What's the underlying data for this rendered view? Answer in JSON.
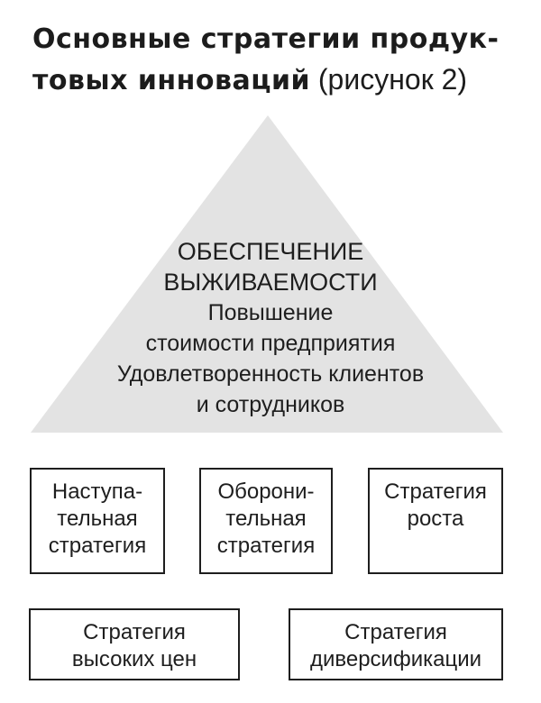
{
  "title": {
    "bold_line1": "Основные стратегии продук-",
    "bold_line2": "товых инноваций",
    "light": " (рисунок 2)"
  },
  "pyramid": {
    "fill_color": "#e3e3e3",
    "line1": "ОБЕСПЕЧЕНИЕ",
    "line2": "ВЫЖИВАЕМОСТИ",
    "line3": "Повышение",
    "line4": "стоимости предприятия",
    "line5": "Удовлетворенность клиентов",
    "line6": "и сотрудников"
  },
  "strategies_row1": [
    {
      "line1": "Наступа-",
      "line2": "тельная",
      "line3": "стратегия"
    },
    {
      "line1": "Оборони-",
      "line2": "тельная",
      "line3": "стратегия"
    },
    {
      "line1": "Стратегия",
      "line2": "роста",
      "line3": ""
    }
  ],
  "strategies_row2": [
    {
      "line1": "Стратегия",
      "line2": "высоких цен"
    },
    {
      "line1": "Стратегия",
      "line2": "диверсификации"
    }
  ]
}
